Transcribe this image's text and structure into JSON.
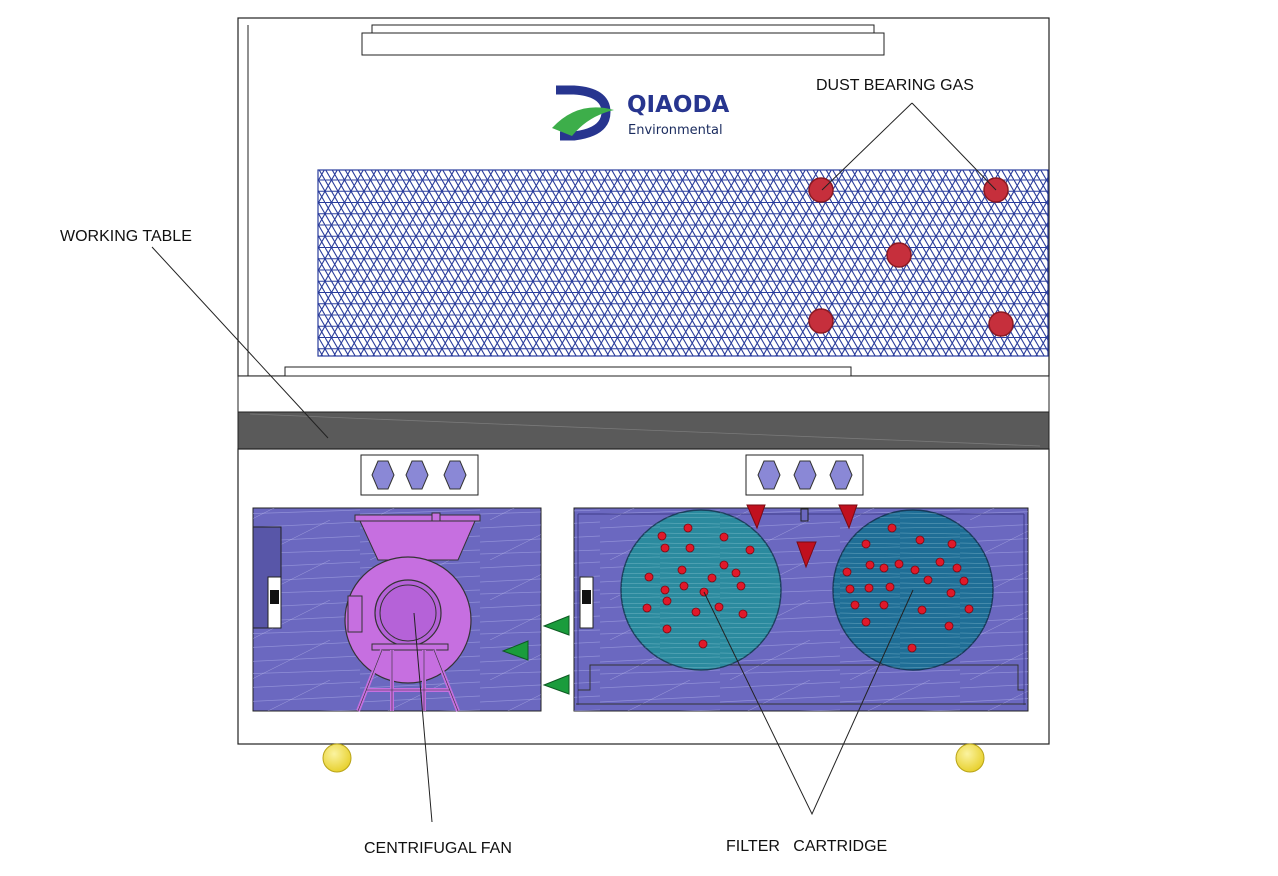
{
  "logo": {
    "brand": "QIAODA",
    "subtitle": "Environmental"
  },
  "labels": {
    "dust_bearing_gas": "DUST BEARING GAS",
    "working_table": "WORKING  TABLE",
    "centrifugal_fan": "CENTRIFUGAL  FAN",
    "filter_cartridge": "FILTER   CARTRIDGE"
  },
  "colors": {
    "mesh": "#2a3d9c",
    "panel_purple": "#6b68c0",
    "cartridge_left": "#2b8a9e",
    "cartridge_right": "#1f6e96",
    "table": "#5a5a5a",
    "dust_particle": "#c62f3c",
    "airflow_red": "#c0101e",
    "airflow_green": "#1a9c3c",
    "fan": "#c66fe0",
    "caster": "#f2e14a",
    "logo_blue": "#27358f",
    "logo_green": "#3dae4a"
  },
  "icons": {
    "particle": "red-dust-particle-icon",
    "down_arrow": "red-down-triangle-icon",
    "left_arrow": "green-left-triangle-icon",
    "louver": "hexagon-louver-icon",
    "caster": "yellow-caster-wheel-icon"
  }
}
